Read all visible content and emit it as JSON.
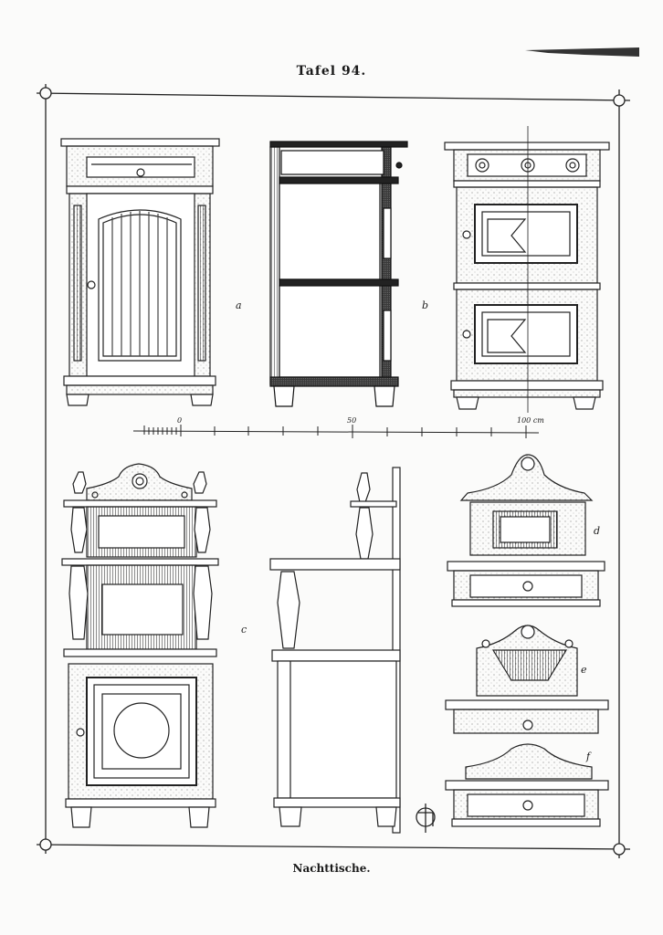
{
  "plate": {
    "title": "Tafel 94.",
    "caption": "Nachttische."
  },
  "figure_labels": [
    "a",
    "b",
    "c",
    "d",
    "e",
    "f"
  ],
  "scale": {
    "marks": [
      "0",
      "50",
      "100 cm"
    ]
  }
}
